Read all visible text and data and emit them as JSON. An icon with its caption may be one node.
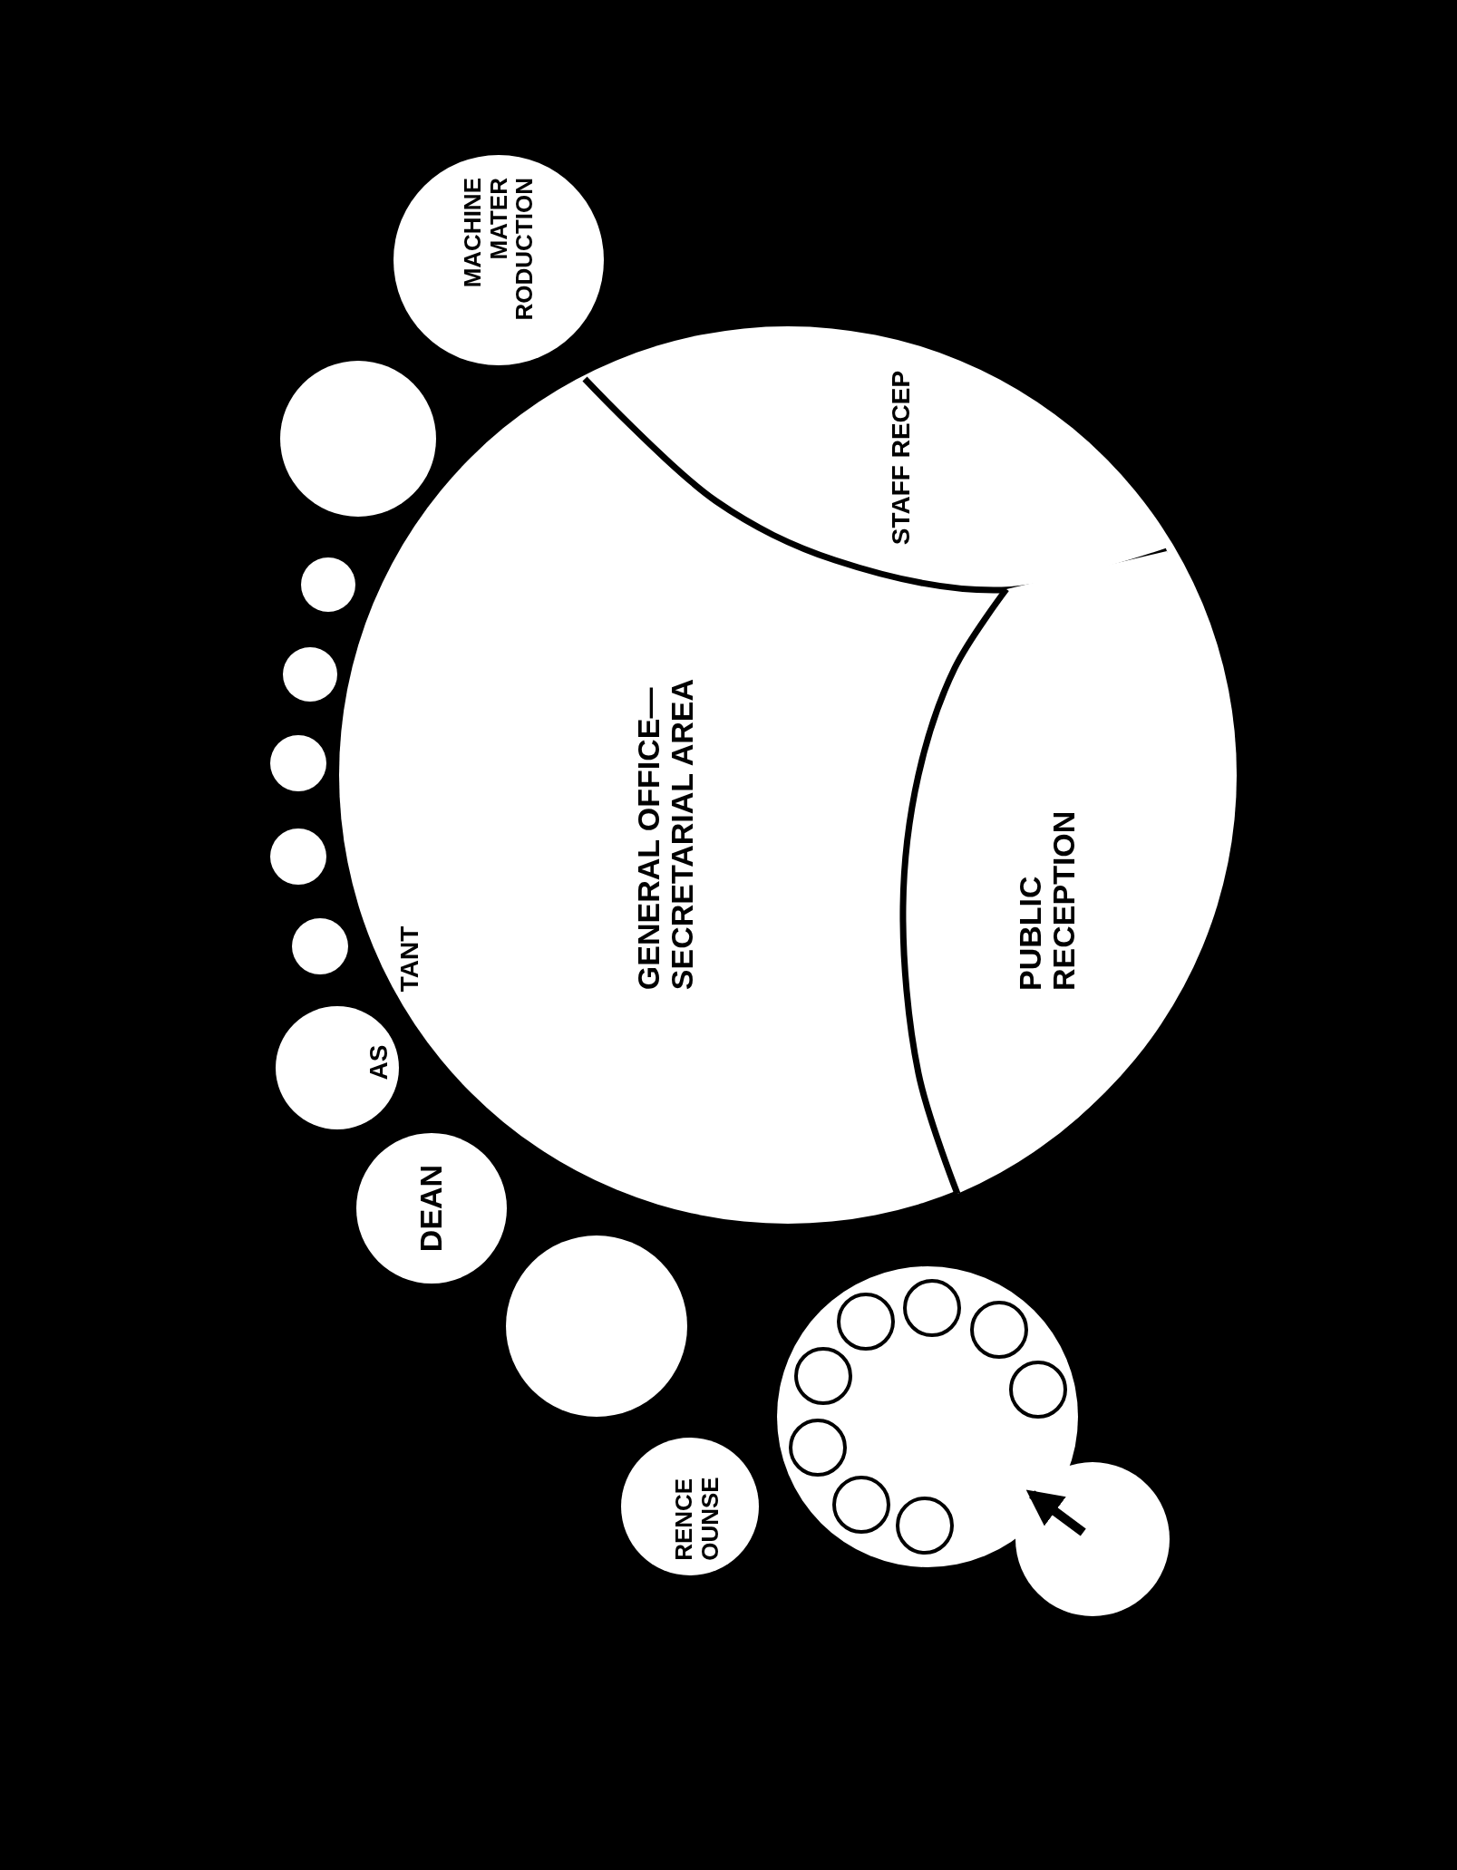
{
  "diagram": {
    "nodes": [
      {
        "text": [
          "MACHINE MATER RODUCTION"
        ]
      },
      {
        "text": [],
        "shape": "circle"
      },
      {
        "text": [
          "GENERAL OFFICE— SECRETARIAL AREA"
        ]
      },
      {
        "text": [
          "STAFF RECEP"
        ],
        "in": 2
      },
      {
        "text": [
          "PUBLIC RECEPTION"
        ],
        "in": 2
      },
      {
        "text": [],
        "shape": "circle"
      },
      {
        "text": [],
        "shape": "circle"
      },
      {
        "text": [],
        "shape": "circle"
      },
      {
        "text": [],
        "shape": "circle"
      },
      {
        "text": [],
        "shape": "circle"
      },
      {
        "text": [],
        "shape": "circle"
      },
      {
        "text": [
          "DEAN"
        ]
      },
      {
        "text": [],
        "shape": "circle"
      },
      {
        "text": [],
        "shape": "circle"
      },
      {
        "text": [],
        "shape": "circle",
        "in": 13
      },
      {
        "text": [],
        "shape": "circle",
        "in": 13
      },
      {
        "text": [],
        "shape": "circle",
        "in": 13
      },
      {
        "text": [],
        "shape": "circle",
        "in": 13
      },
      {
        "text": [],
        "shape": "circle",
        "in": 13
      },
      {
        "text": [],
        "shape": "circle",
        "in": 13
      },
      {
        "text": [],
        "shape": "circle",
        "in": 13
      },
      {
        "text": [],
        "shape": "circle",
        "in": 13
      },
      {
        "text": [
          "RENCE OUNSE"
        ]
      },
      {
        "text": [],
        "shape": "circle"
      }
    ],
    "edges": [
      {
        "from": 23,
        "to": 13,
        "arrow": "to"
      }
    ],
    "labels": [
      "TANT",
      "AS"
    ]
  }
}
